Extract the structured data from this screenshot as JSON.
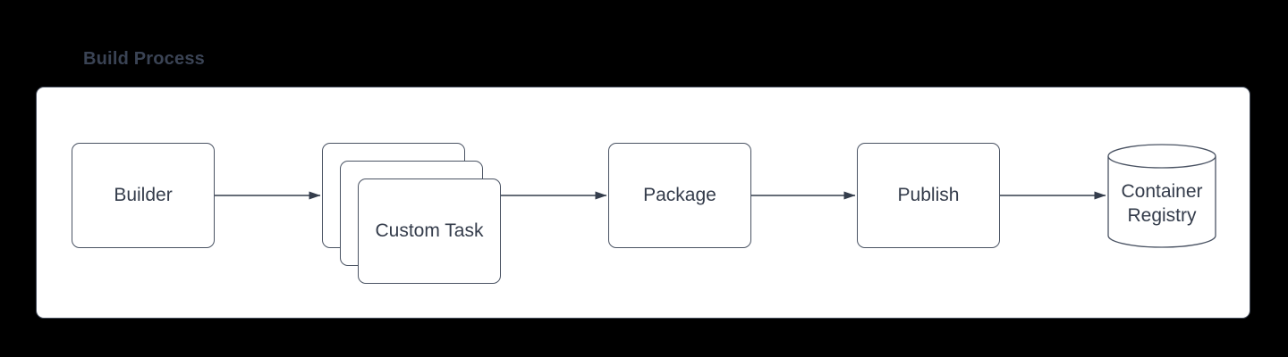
{
  "diagram": {
    "title": "Build Process",
    "type": "flowchart",
    "colors": {
      "background": "#000000",
      "panel_fill": "#ffffff",
      "stroke": "#4a5363",
      "arrow": "#343d4c",
      "text": "#343c4b",
      "title_text": "#3a4354"
    },
    "nodes": [
      {
        "id": "builder",
        "label": "Builder",
        "shape": "rounded-box"
      },
      {
        "id": "custom-task",
        "label": "Custom Task",
        "shape": "stacked-rounded-box",
        "stack_count": 3
      },
      {
        "id": "package",
        "label": "Package",
        "shape": "rounded-box"
      },
      {
        "id": "publish",
        "label": "Publish",
        "shape": "rounded-box"
      },
      {
        "id": "container-registry",
        "label": "Container Registry",
        "shape": "cylinder"
      }
    ],
    "edges": [
      {
        "from": "builder",
        "to": "custom-task"
      },
      {
        "from": "custom-task",
        "to": "package"
      },
      {
        "from": "package",
        "to": "publish"
      },
      {
        "from": "publish",
        "to": "container-registry"
      }
    ]
  }
}
